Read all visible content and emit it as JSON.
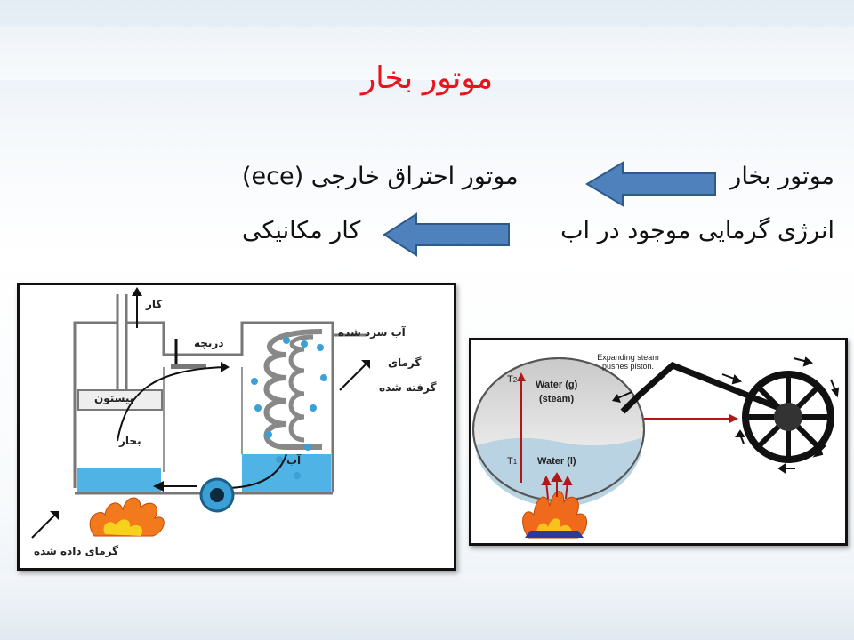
{
  "slide": {
    "title": "موتور بخار",
    "line1_left": "(ece) موتور احتراق خارجی",
    "line1_right": "موتور بخار",
    "line2_left": "کار مکانیکی",
    "line2_right": "انرژی گرمایی موجود در اب"
  },
  "figure_left": {
    "label_work": "کار",
    "label_valve": "دریچه",
    "label_cold_water": "آب سرد شده",
    "label_absorbed_heat_1": "گرمای",
    "label_absorbed_heat_2": "گرفته شده",
    "label_piston": "پیستون",
    "label_steam": "بخار",
    "label_water": "آب",
    "label_given_heat": "گرمای داده شده"
  },
  "figure_right": {
    "label_steam_1": "Water (g)",
    "label_steam_2": "(steam)",
    "label_water": "Water (l)",
    "label_t2": "T",
    "label_t2_sub": "2",
    "label_t1": "T",
    "label_t1_sub": "1",
    "label_expanding": "Expanding steam pushes piston."
  },
  "colors": {
    "title": "#e8141b",
    "arrow_fill": "#4f81bd",
    "arrow_stroke": "#2e5a8a",
    "water": "#3aa0d6",
    "flame": "#f2a61c"
  }
}
